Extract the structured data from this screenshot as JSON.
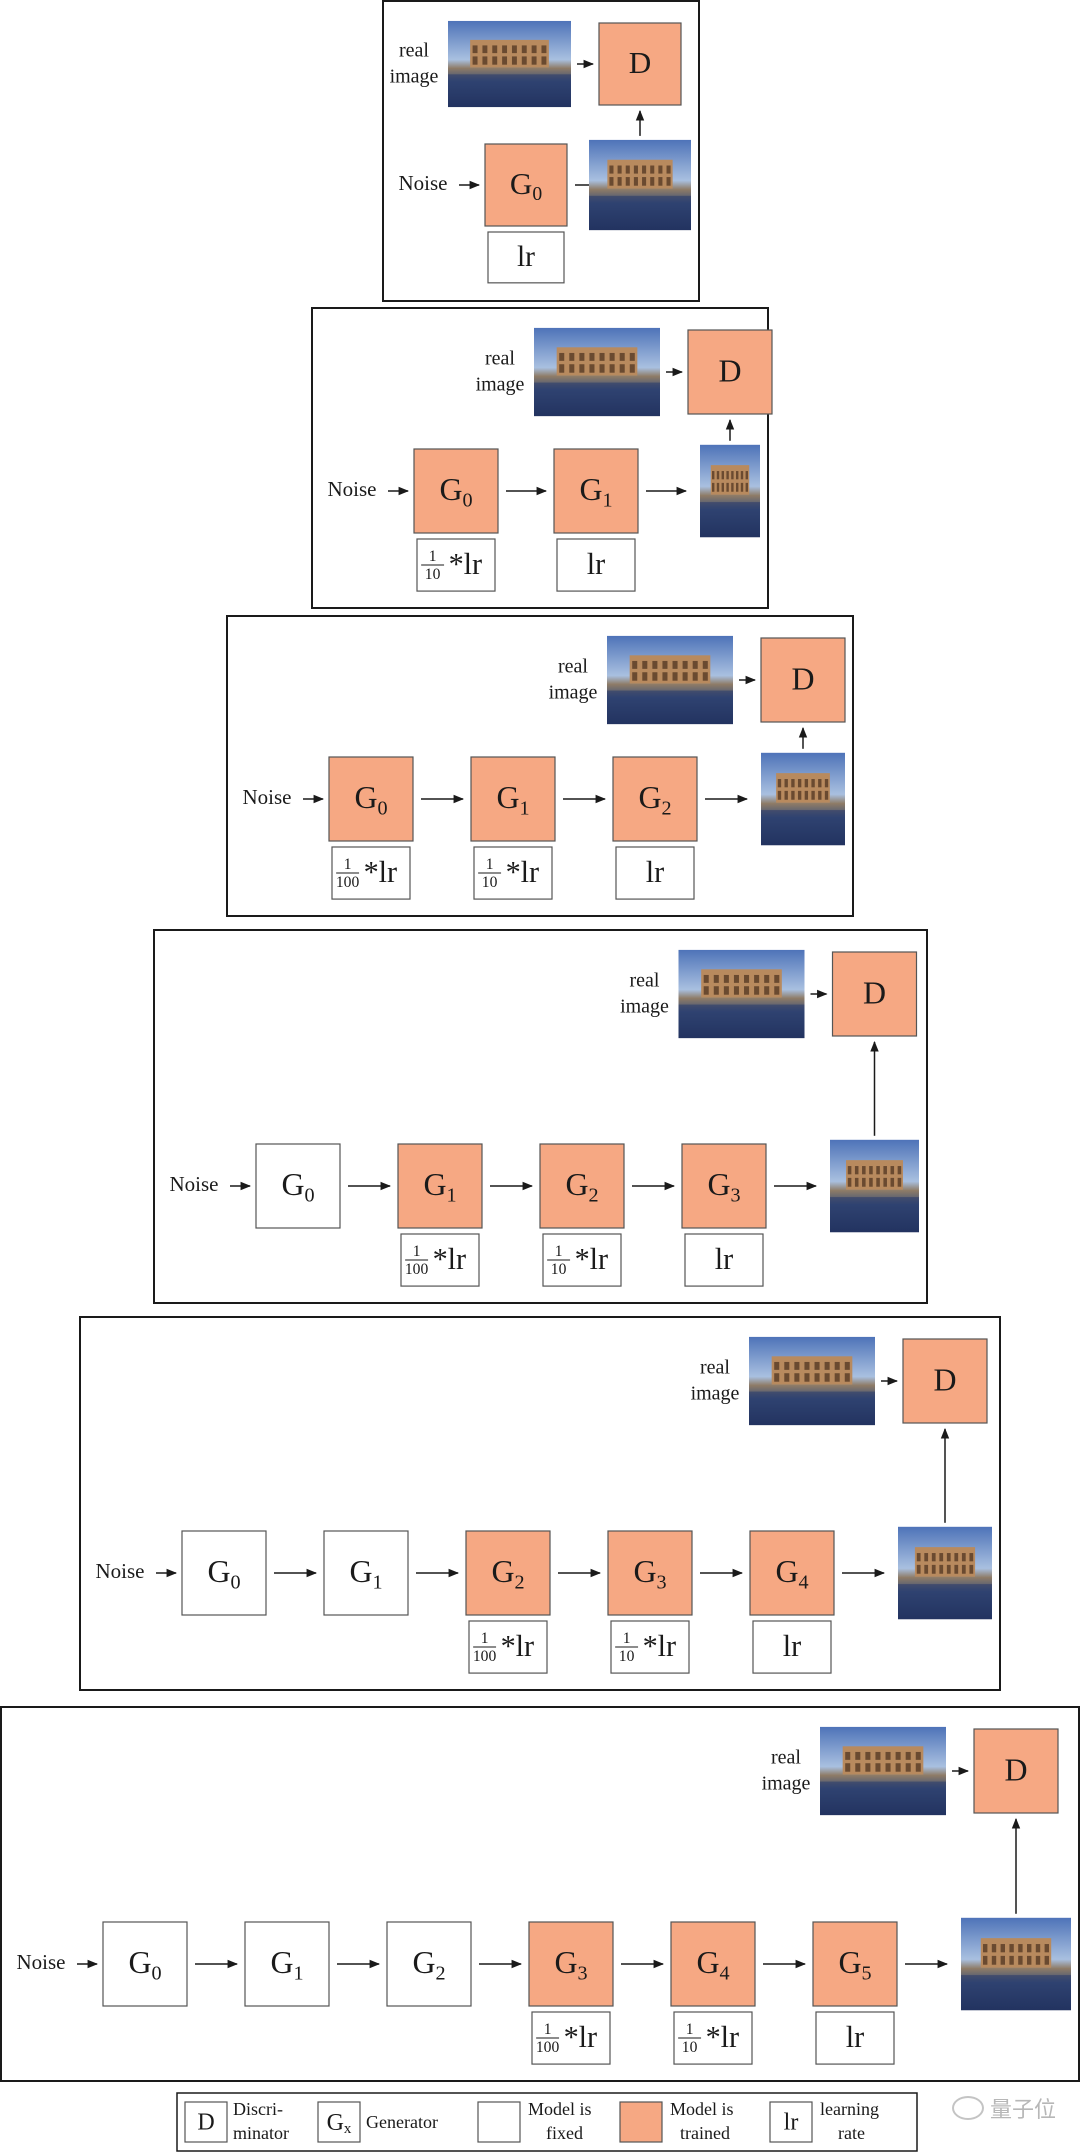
{
  "colors": {
    "trained": "#f6a883",
    "fixed": "#ffffff",
    "border": "#555555",
    "frame": "#1a1a1a"
  },
  "labels": {
    "noise": "Noise",
    "real_top": "real",
    "real_bottom": "image",
    "D": "D",
    "G": "G",
    "lr": "lr",
    "times": "*",
    "one": "1",
    "ten": "10",
    "hundred": "100"
  },
  "stages": [
    {
      "generators": [
        {
          "index": "0",
          "state": "trained",
          "lr": "1"
        }
      ]
    },
    {
      "generators": [
        {
          "index": "0",
          "state": "trained",
          "lr": "1/10"
        },
        {
          "index": "1",
          "state": "trained",
          "lr": "1"
        }
      ]
    },
    {
      "generators": [
        {
          "index": "0",
          "state": "trained",
          "lr": "1/100"
        },
        {
          "index": "1",
          "state": "trained",
          "lr": "1/10"
        },
        {
          "index": "2",
          "state": "trained",
          "lr": "1"
        }
      ]
    },
    {
      "generators": [
        {
          "index": "0",
          "state": "fixed"
        },
        {
          "index": "1",
          "state": "trained",
          "lr": "1/100"
        },
        {
          "index": "2",
          "state": "trained",
          "lr": "1/10"
        },
        {
          "index": "3",
          "state": "trained",
          "lr": "1"
        }
      ]
    },
    {
      "generators": [
        {
          "index": "0",
          "state": "fixed"
        },
        {
          "index": "1",
          "state": "fixed"
        },
        {
          "index": "2",
          "state": "trained",
          "lr": "1/100"
        },
        {
          "index": "3",
          "state": "trained",
          "lr": "1/10"
        },
        {
          "index": "4",
          "state": "trained",
          "lr": "1"
        }
      ]
    },
    {
      "generators": [
        {
          "index": "0",
          "state": "fixed"
        },
        {
          "index": "1",
          "state": "fixed"
        },
        {
          "index": "2",
          "state": "fixed"
        },
        {
          "index": "3",
          "state": "trained",
          "lr": "1/100"
        },
        {
          "index": "4",
          "state": "trained",
          "lr": "1/10"
        },
        {
          "index": "5",
          "state": "trained",
          "lr": "1"
        }
      ]
    }
  ],
  "legend": {
    "d_symbol": "D",
    "d_line1": "Discri-",
    "d_line2": "minator",
    "gx_symbol": "G",
    "gx_sub": "x",
    "gx_text": "Generator",
    "fixed_line1": "Model is",
    "fixed_line2": "fixed",
    "trained_line1": "Model is",
    "trained_line2": "trained",
    "lr_symbol": "lr",
    "lr_line1": "learning",
    "lr_line2": "rate"
  },
  "watermark": "量子位",
  "watermark_icon": "wechat-icon"
}
